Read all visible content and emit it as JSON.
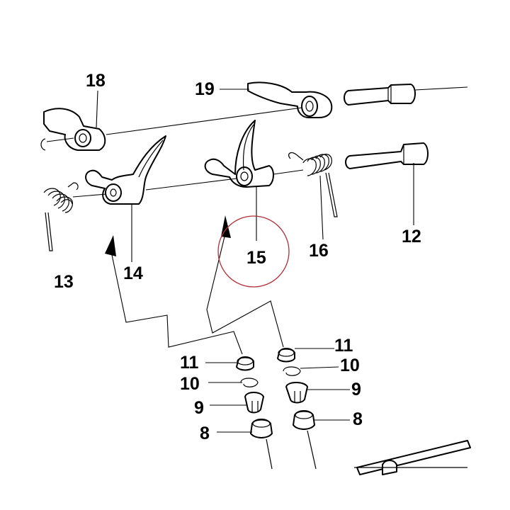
{
  "labels": {
    "p18": "18",
    "p19": "19",
    "p13": "13",
    "p14": "14",
    "p15": "15",
    "p16": "16",
    "p12": "12",
    "p11a": "11",
    "p10a": "10",
    "p9a": "9",
    "p8a": "8",
    "p11b": "11",
    "p10b": "10",
    "p9b": "9",
    "p8b": "8"
  },
  "highlight": {
    "target": "15",
    "color": "#b0303a"
  }
}
